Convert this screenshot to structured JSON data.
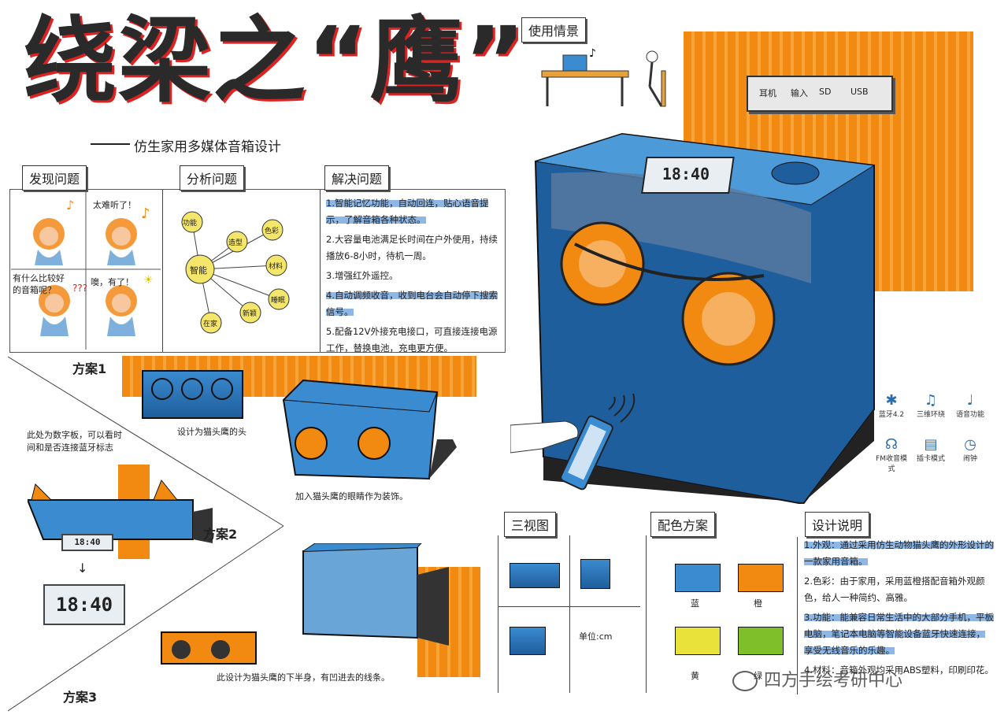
{
  "header": {
    "title": "绕梁之“鹰”",
    "subtitle": "仿生家用多媒体音箱设计"
  },
  "sections": {
    "discover": "发现问题",
    "analyze": "分析问题",
    "solve": "解决问题",
    "scenario": "使用情景",
    "three_view": "三视图",
    "color_scheme": "配色方案",
    "design_notes": "设计说明"
  },
  "discover_bubbles": [
    "太难听了！",
    "有什么比较好的音箱呢？",
    "噢，有了！"
  ],
  "analyze_center": "智能",
  "analyze_nodes": [
    "功能",
    "造型",
    "色彩",
    "材料",
    "睡眠",
    "新颖",
    "在家"
  ],
  "solve_items": [
    "1.智能记忆功能，自动回连，贴心语音提示，了解音箱各种状态。",
    "2.大容量电池满足长时间在户外使用，持续播放6-8小时，待机一周。",
    "3.增强红外遥控。",
    "4.自动调频收音，收到电台会自动停下搜索信号。",
    "5.配备12V外接充电接口，可直接连接电源工作，替换电池，充电更方便。"
  ],
  "port_labels": [
    "耳机",
    "输入",
    "SD",
    "USB"
  ],
  "main_display": "18:40",
  "feature_icons": [
    "蓝牙4.2",
    "三维环绕",
    "语音功能",
    "FM收音模式",
    "插卡模式",
    "闹钟"
  ],
  "scheme1": {
    "label": "方案1",
    "note": "设计为猫头鹰的头",
    "note2": "加入猫头鹰的眼睛作为装饰。"
  },
  "scheme2": {
    "label": "方案2",
    "note": "此处为数字板，可以看时间和是否连接蓝牙标志",
    "display": "18:40",
    "display_big": "18:40"
  },
  "scheme3": {
    "label": "方案3",
    "note": "此设计为猫头鹰的下半身，有凹进去的线条。"
  },
  "three_view_unit": "单位:cm",
  "color_names": [
    "蓝",
    "橙",
    "黄",
    "绿"
  ],
  "colors": {
    "blue": "#3a8bd0",
    "orange": "#f28a12",
    "yellow": "#e8e23a",
    "green": "#7fbf2a"
  },
  "design_notes": [
    "1.外观：通过采用仿生动物猫头鹰的外形设计的一款家用音箱。",
    "2.色彩：由于家用，采用蓝橙搭配音箱外观颜色，给人一种简约、高雅。",
    "3.功能：能兼容日常生活中的大部分手机，平板电脑，笔记本电脑等智能设备蓝牙快速连接，享受无线音乐的乐趣。",
    "4.材料：音箱外观均采用ABS塑料，印刷印花。"
  ],
  "watermark": "四方手绘考研中心"
}
